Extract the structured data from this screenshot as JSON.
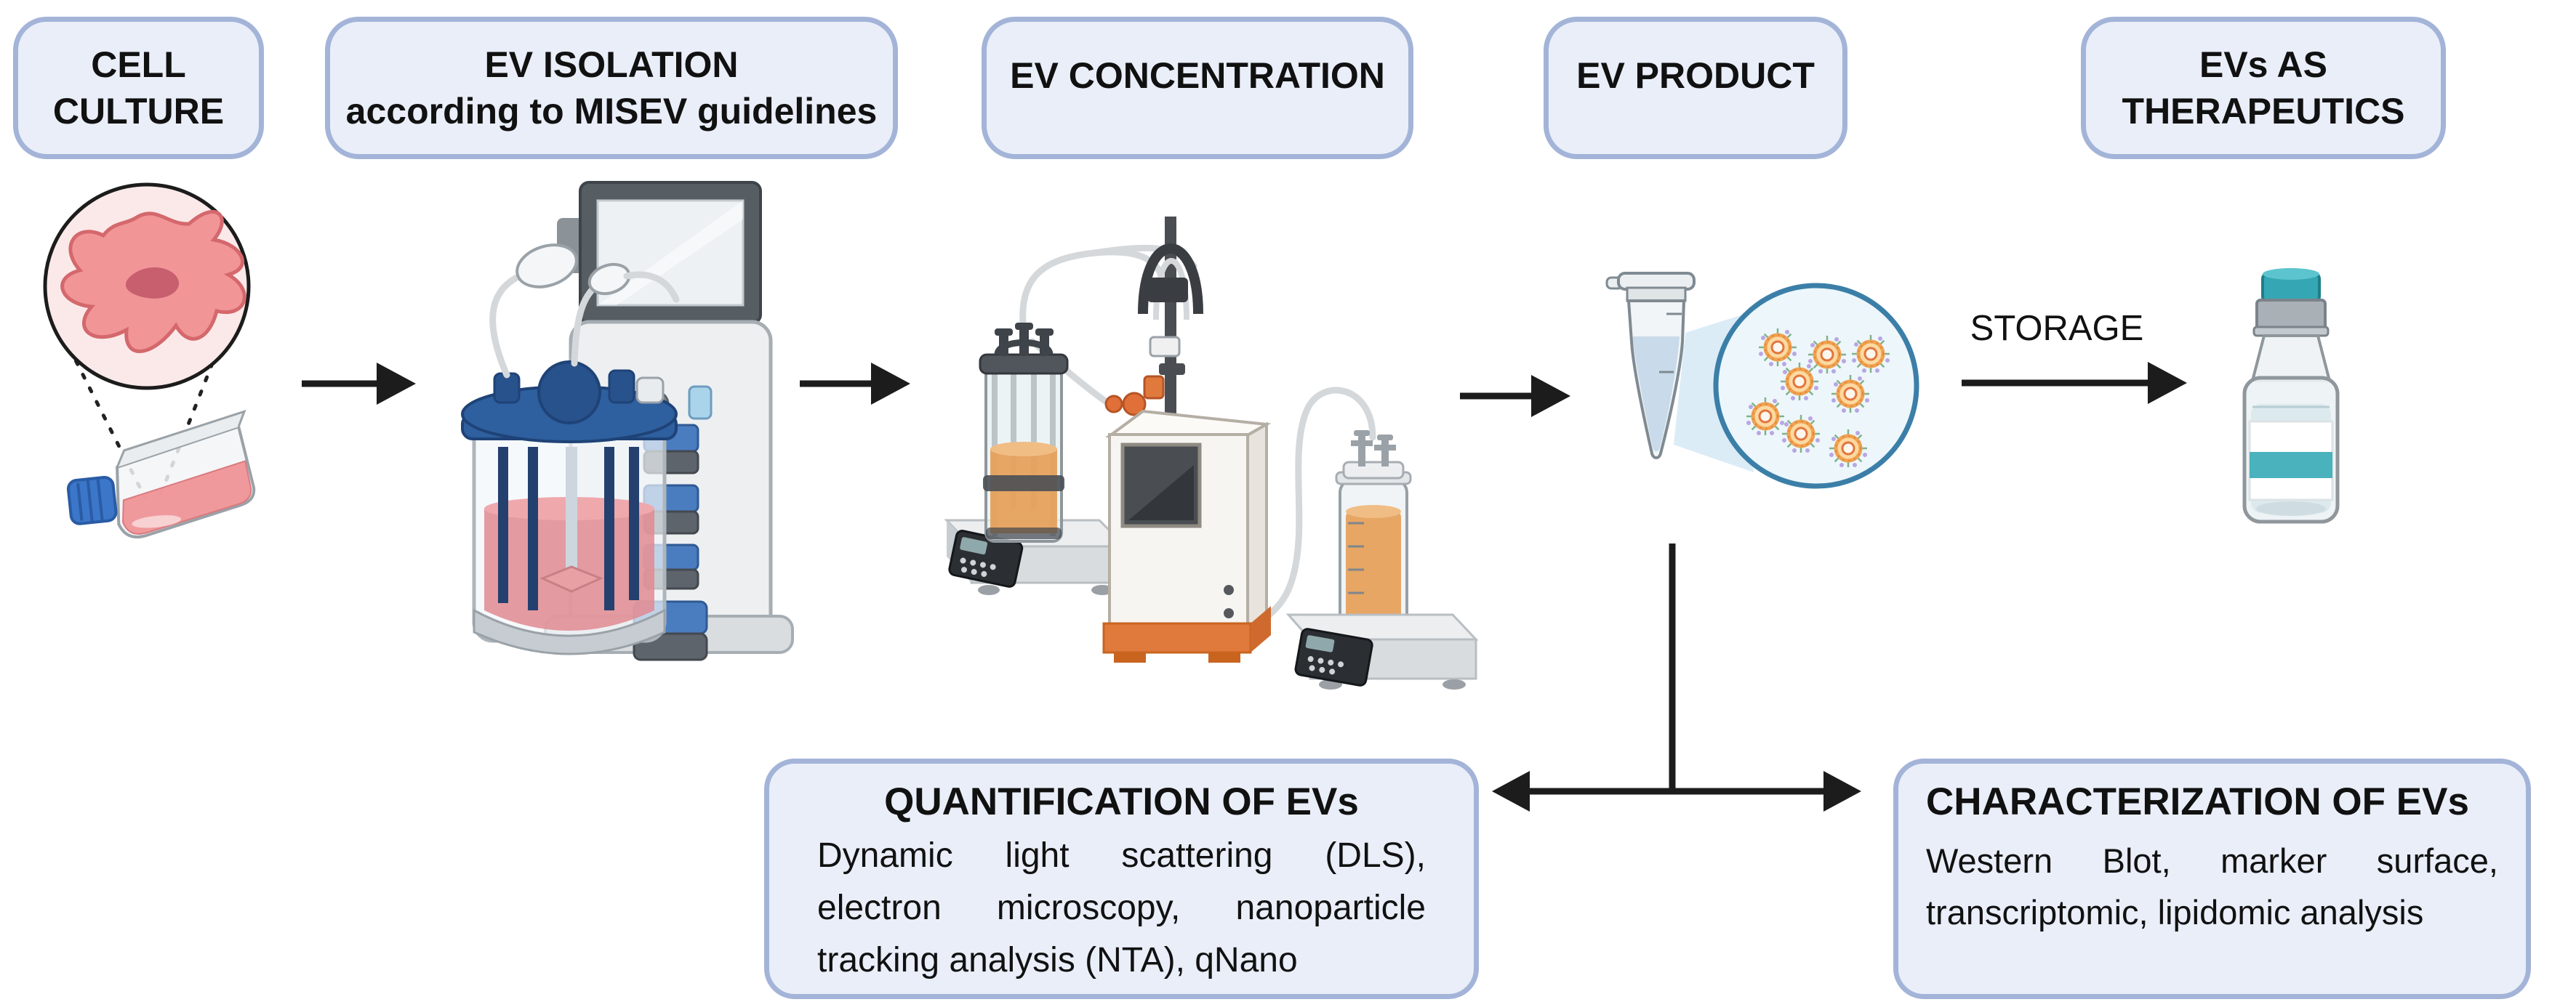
{
  "colors": {
    "background": "#ffffff",
    "box_fill": "#e9eef9",
    "box_border": "#a3b4d8",
    "arrow": "#1c1c1c",
    "text": "#111111",
    "magnifier_stroke": "#3b7fa8",
    "ev_membrane": "#f0a250",
    "culture_pink": "#f19597",
    "bioreactor_blue": "#2e5f9e",
    "tff_orange": "#e6a15c",
    "machine_orange": "#e0793c",
    "vial_teal": "#35a7b4"
  },
  "top_boxes": [
    {
      "id": "cell-culture",
      "label": "CELL\nCULTURE"
    },
    {
      "id": "ev-isolation",
      "label": "EV ISOLATION\naccording to MISEV guidelines"
    },
    {
      "id": "ev-concentration",
      "label": "EV CONCENTRATION"
    },
    {
      "id": "ev-product",
      "label": "EV PRODUCT"
    },
    {
      "id": "evs-as-therapeutics",
      "label": "EVs AS\nTHERAPEUTICS"
    }
  ],
  "storage": {
    "label": "STORAGE"
  },
  "bottom_boxes": {
    "quantification": {
      "title": "QUANTIFICATION OF EVs",
      "body": "Dynamic light scattering (DLS), electron microscopy, nanoparticle tracking analysis (NTA), qNano"
    },
    "characterization": {
      "title": "CHARACTERIZATION OF EVs",
      "body": "Western Blot, marker surface, transcriptomic, lipidomic analysis"
    }
  },
  "icons": {
    "cell_culture": "cell-magnifier-and-culture-flask-icon",
    "ev_isolation": "stirred-tank-bioreactor-icon",
    "ev_concentration": "tangential-flow-filtration-system-icon",
    "ev_product": "microcentrifuge-tube-with-ev-magnifier-icon",
    "storage": "glass-vial-icon",
    "flow": "right-arrow-icon",
    "branch": "double-headed-arrow-icon"
  }
}
